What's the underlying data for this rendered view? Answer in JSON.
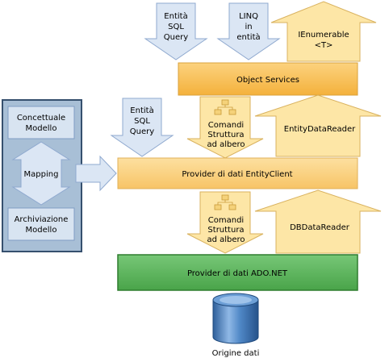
{
  "colors": {
    "blue_arrow": "#dbe6f4",
    "blue_stroke": "#8fa9cf",
    "yellow_arrow": "#fde6a6",
    "yellow_stroke": "#d9b25f",
    "box_orange": "#fbc86a",
    "box_orange_dark": "#f5b63d",
    "box_pale": "#fde5a5",
    "box_green": "#5cb85c",
    "panel_bg": "#a8bfd6",
    "panel_border": "#36506e",
    "db_blue": "#4d86c5"
  },
  "top_inputs": {
    "entity_sql": [
      "Entità",
      "SQL",
      "Query"
    ],
    "linq": [
      "LINQ",
      "in",
      "entità"
    ]
  },
  "ienumerable": [
    "IEnumerable",
    "<T>"
  ],
  "object_services": "Object Services",
  "mid_input": [
    "Entità",
    "SQL",
    "Query"
  ],
  "command_tree_1": [
    "Comandi",
    "Struttura",
    "ad albero"
  ],
  "entity_data_reader": "EntityDataReader",
  "entity_client": "Provider di dati EntityClient",
  "command_tree_2": [
    "Comandi",
    "Struttura",
    "ad albero"
  ],
  "db_data_reader": "DBDataReader",
  "ado_provider": "Provider di dati ADO.NET",
  "data_source": "Origine dati",
  "model_panel": {
    "conceptual": [
      "Concettuale",
      "Modello"
    ],
    "mapping": "Mapping",
    "storage": [
      "Archiviazione",
      "Modello"
    ]
  }
}
